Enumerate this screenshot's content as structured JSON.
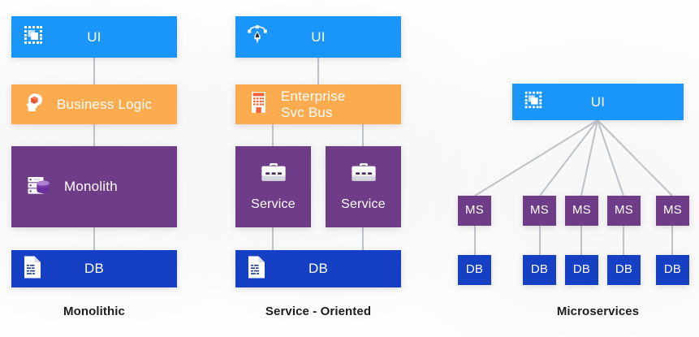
{
  "diagram": {
    "background_color": "#fdfdfd",
    "connector_color": "#bfc4c9",
    "palette": {
      "ui_blue": "#1a96fb",
      "orange": "#fcab4e",
      "purple": "#6f3d87",
      "db_blue": "#1540c4",
      "caption_text": "#1d1d1f",
      "node_text": "#ffffff"
    }
  },
  "columns": [
    {
      "key": "monolithic",
      "caption": "Monolithic",
      "nodes": [
        {
          "key": "ui",
          "label": "UI",
          "icon": "artboard-selection-icon",
          "color": "#1a96fb"
        },
        {
          "key": "biz",
          "label": "Business Logic",
          "icon": "head-thought-icon",
          "color": "#fcab4e"
        },
        {
          "key": "mono",
          "label": "Monolith",
          "icon": "server-database-icon",
          "color": "#6f3d87"
        },
        {
          "key": "db",
          "label": "DB",
          "icon": "data-document-icon",
          "color": "#1540c4"
        }
      ]
    },
    {
      "key": "service-oriented",
      "caption": "Service - Oriented",
      "nodes": [
        {
          "key": "ui",
          "label": "UI",
          "icon": "pen-path-icon",
          "color": "#1a96fb"
        },
        {
          "key": "esb",
          "label": "Enterprise\nSvc Bus",
          "icon": "office-building-icon",
          "color": "#fcab4e"
        },
        {
          "key": "svc1",
          "label": "Service",
          "icon": "briefcase-icon",
          "color": "#6f3d87"
        },
        {
          "key": "svc2",
          "label": "Service",
          "icon": "briefcase-icon",
          "color": "#6f3d87"
        },
        {
          "key": "db",
          "label": "DB",
          "icon": "data-document-icon",
          "color": "#1540c4"
        }
      ]
    },
    {
      "key": "microservices",
      "caption": "Microservices",
      "nodes": [
        {
          "key": "ui",
          "label": "UI",
          "icon": "artboard-selection-icon",
          "color": "#1a96fb"
        }
      ],
      "microservice_label": "MS",
      "database_label": "DB",
      "microservice_count": 5,
      "microservices": [
        "MS",
        "MS",
        "MS",
        "MS",
        "MS"
      ],
      "databases": [
        "DB",
        "DB",
        "DB",
        "DB",
        "DB"
      ]
    }
  ]
}
